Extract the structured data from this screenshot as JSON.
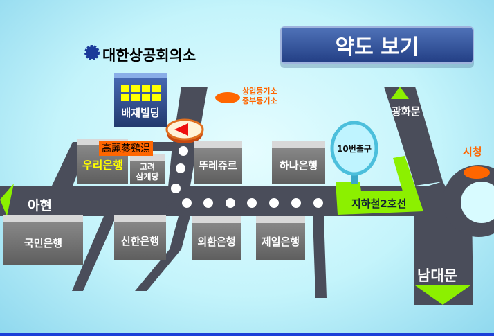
{
  "title": "약도 보기",
  "organization": "대한상공회의소",
  "landmarks": {
    "baejae": "배재빌딩",
    "registry_line1": "상업등기소",
    "registry_line2": "중부등기소",
    "restaurant_sign": "高麗蔘鷄湯",
    "woori": "우리은행",
    "samgyetang_line1": "고려",
    "samgyetang_line2": "삼계탕",
    "tous": "뚜레쥬르",
    "hana": "하나은행",
    "exit": "10번출구",
    "city_hall": "시청",
    "gwanghwamun": "광화문",
    "ahyeon": "아현",
    "subway": "지하철2호선",
    "kookmin": "국민은행",
    "shinhan": "신한은행",
    "korea_exchange": "외환은행",
    "jeil": "제일은행",
    "namdaemun": "남대문"
  },
  "colors": {
    "road": "#4a4d5a",
    "accent_green": "#8cf000",
    "orange": "#ff6600",
    "title_bg": "#2f4f99"
  }
}
